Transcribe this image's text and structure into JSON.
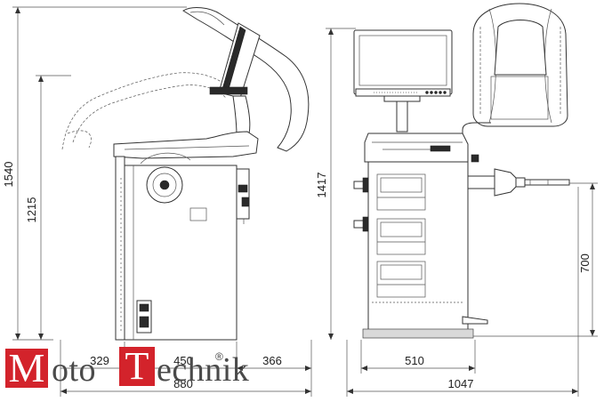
{
  "dimensions": {
    "side": {
      "height_total": "1540",
      "height_mid": "1215",
      "width_left": "329",
      "width_center": "450",
      "width_right": "366",
      "width_total": "880"
    },
    "front": {
      "height": "1417",
      "shaft_height": "700",
      "width_base": "510",
      "width_total": "1047"
    }
  },
  "logo": {
    "letter_m": "M",
    "text_1": "oto",
    "letter_t": "T",
    "text_2": "echnik",
    "registered": "®"
  },
  "colors": {
    "logo_red": "#d3232b",
    "logo_grey": "#4a4a4a",
    "line": "#333333"
  }
}
